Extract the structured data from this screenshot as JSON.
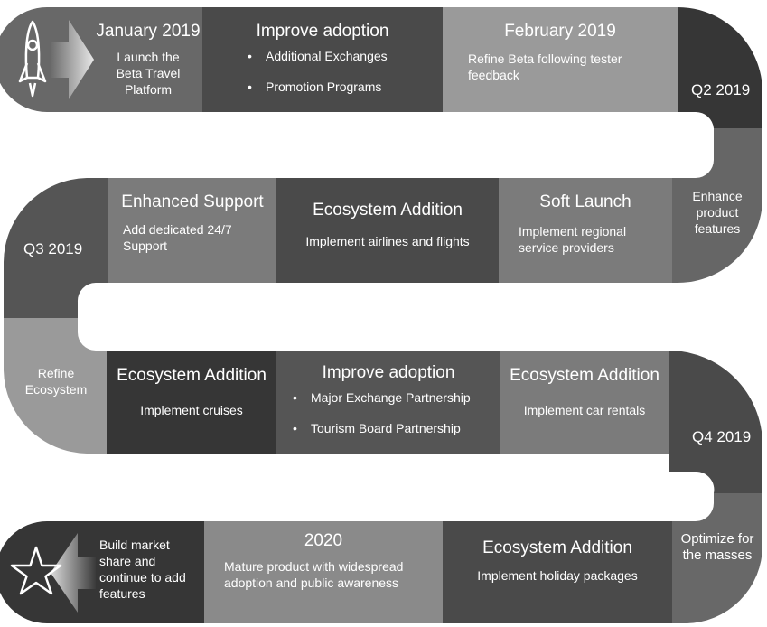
{
  "start": {
    "date": "January 2019",
    "text": "Launch the Beta Travel Platform",
    "icon": "rocket-icon"
  },
  "row1": {
    "b2": {
      "title": "Improve adoption",
      "bullets": [
        "Additional Exchanges",
        "Promotion Programs"
      ]
    },
    "b3": {
      "title": "February 2019",
      "text": "Refine Beta following tester feedback"
    }
  },
  "q2": "Q2 2019",
  "curve1_label": "Enhance product features",
  "row2": {
    "soft": {
      "title": "Soft Launch",
      "text": "Implement regional service providers"
    },
    "eco": {
      "title": "Ecosystem Addition",
      "text": "Implement airlines and flights"
    },
    "support": {
      "title": "Enhanced Support",
      "text": "Add dedicated 24/7 Support"
    }
  },
  "q3": "Q3 2019",
  "curve2_label": "Refine Ecosystem",
  "row3": {
    "cruise": {
      "title": "Ecosystem Addition",
      "text": "Implement cruises"
    },
    "adopt": {
      "title": "Improve adoption",
      "bullets": [
        "Major Exchange Partnership",
        "Tourism Board Partnership"
      ]
    },
    "car": {
      "title": "Ecosystem Addition",
      "text": "Implement car rentals"
    }
  },
  "q4": "Q4 2019",
  "curve3_label": "Optimize for the masses",
  "row4": {
    "holiday": {
      "title": "Ecosystem Addition",
      "text": "Implement holiday packages"
    },
    "y2020": {
      "title": "2020",
      "text": "Mature product with widespread adoption and public awareness"
    },
    "end": {
      "text": "Build market share and continue to add features",
      "icon": "star-icon"
    }
  },
  "colors": {
    "dark": "#363636",
    "mid": "#555555",
    "mid2": "#686868",
    "light": "#7b7b7b",
    "pale": "#9a9a9a"
  }
}
